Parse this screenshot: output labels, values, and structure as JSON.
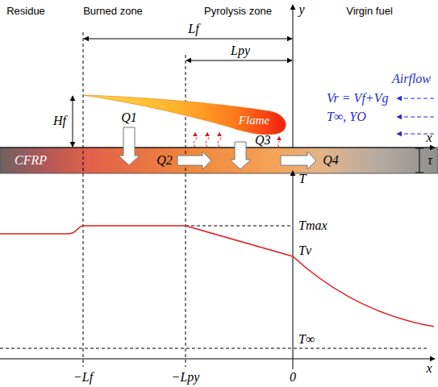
{
  "diagram": {
    "nodes": [
      {
        "text": [
          "CFRP"
        ]
      },
      {
        "text": [
          "Flame"
        ]
      }
    ],
    "labels": [
      "Residue",
      "Burned zone",
      "Pyrolysis zone",
      "Virgin fuel",
      "y",
      "Lf",
      "Lpy",
      "Hf",
      "Airflow",
      "Vr = Vf+Vg",
      "T∞, YO",
      "Q1",
      "Q2",
      "Q3",
      "Q4",
      "x",
      "τ",
      "T",
      "Tmax",
      "Tv",
      "T∞",
      "x",
      "−Lf",
      "−Lpy",
      "0"
    ]
  }
}
